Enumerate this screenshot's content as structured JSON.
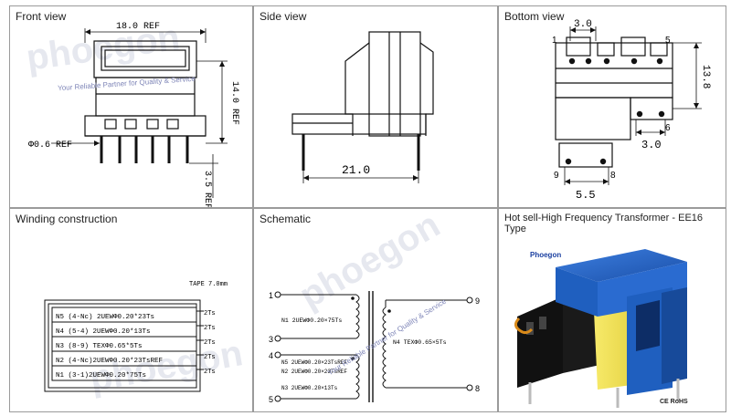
{
  "panels": {
    "front": {
      "title": "Front view",
      "dim_width": "18.0 REF",
      "dim_height": "14.0 REF",
      "dim_pin": "Φ0.6 REF",
      "dim_pin_len": "3.5 REF"
    },
    "side": {
      "title": "Side view",
      "dim_length": "21.0"
    },
    "bottom": {
      "title": "Bottom view",
      "dim_pitch_top": "3.0",
      "dim_height": "13.8",
      "dim_pitch_right": "3.0",
      "dim_pitch_bottom": "5.5",
      "pin_1": "1",
      "pin_5": "5",
      "pin_6": "6",
      "pin_8": "8",
      "pin_9": "9"
    },
    "winding": {
      "title": "Winding construction",
      "tape_label": "TAPE 7.0mm",
      "layers": [
        {
          "text": "N5 (4-Nc) 2UEWΦ0.20*23Ts",
          "tape": "2Ts"
        },
        {
          "text": "N4 (5-4) 2UEWΦ0.20*13Ts",
          "tape": "2Ts"
        },
        {
          "text": "N3 (8-9) TEXΦ0.65*5Ts",
          "tape": "2Ts"
        },
        {
          "text": "N2 (4-Nc)2UEWΦ0.20*23TsREF",
          "tape": "2Ts"
        },
        {
          "text": "N1 (3-1)2UEWΦ0.20*75Ts",
          "tape": "2Ts"
        }
      ]
    },
    "schematic": {
      "title": "Schematic",
      "pin_1": "1",
      "pin_3": "3",
      "pin_4": "4",
      "pin_5": "5",
      "pin_8": "8",
      "pin_9": "9",
      "n1": "N1 2UEWΦ0.20×75Ts",
      "n4": "N4 TEXΦ0.65×5Ts",
      "n5": "N5 2UEWΦ0.20×23TsREF",
      "n2": "N2 2UEWΦ0.20×23TsREF",
      "n3": "N3 2UEWΦ0.20×13Ts"
    },
    "photo": {
      "title": "Hot sell-High Frequency Transformer - EE16 Type",
      "brand": "Phoegon",
      "marks": "CE RoHS"
    }
  },
  "watermark": {
    "brand": "phoegon",
    "tagline": "Your Reliable Partner for Quality & Service"
  },
  "colors": {
    "bobbin_blue": "#1f5fbf",
    "coil_yellow": "#f2e04a",
    "watermark_text": "#7f86b8"
  }
}
